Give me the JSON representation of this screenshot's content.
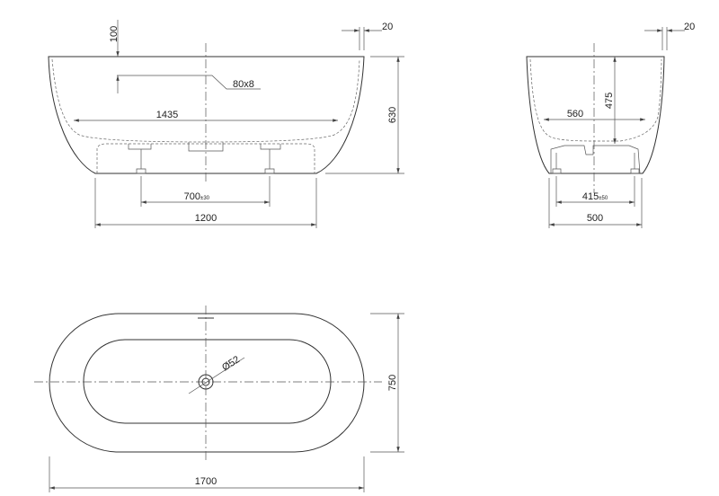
{
  "front_view": {
    "dim_rim_offset": "100",
    "dim_wall": "20",
    "dim_overflow": "80x8",
    "dim_inner_length": "1435",
    "dim_height": "630",
    "dim_feet_spacing": "700",
    "dim_feet_tolerance": "±30",
    "dim_base_length": "1200"
  },
  "side_view": {
    "dim_wall": "20",
    "dim_depth": "475",
    "dim_inner_width": "560",
    "dim_feet_spacing": "415",
    "dim_feet_tolerance": "±50",
    "dim_base_width": "500"
  },
  "plan_view": {
    "dim_drain": "Ø52",
    "dim_width": "750",
    "dim_length": "1700"
  }
}
